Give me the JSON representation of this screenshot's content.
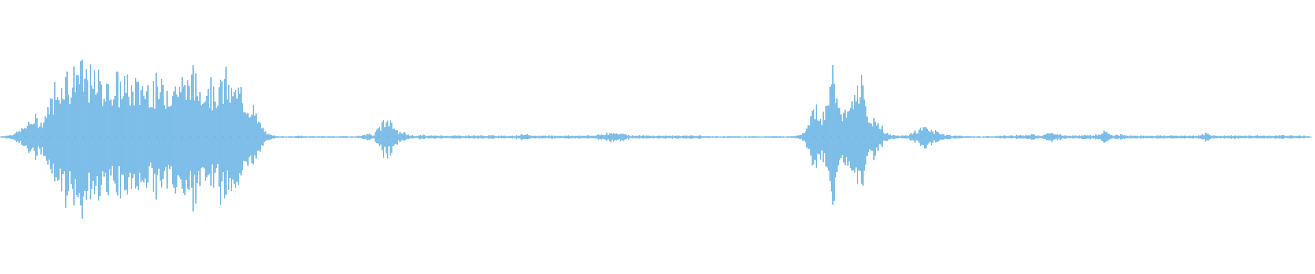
{
  "waveform": {
    "color": "#5dade2",
    "background": "#ffffff",
    "amplitude": [
      0.01,
      0.02,
      0.03,
      0.05,
      0.08,
      0.12,
      0.18,
      0.22,
      0.25,
      0.2,
      0.3,
      0.45,
      0.6,
      0.75,
      0.82,
      0.85,
      0.83,
      0.86,
      0.88,
      0.84,
      0.82,
      0.78,
      0.8,
      0.77,
      0.72,
      0.74,
      0.7,
      0.72,
      0.75,
      0.7,
      0.68,
      0.7,
      0.72,
      0.75,
      0.7,
      0.68,
      0.66,
      0.68,
      0.7,
      0.72,
      0.74,
      0.72,
      0.8,
      0.82,
      0.76,
      0.68,
      0.72,
      0.74,
      0.7,
      0.66,
      0.72,
      0.75,
      0.7,
      0.66,
      0.6,
      0.55,
      0.5,
      0.42,
      0.3,
      0.18,
      0.08,
      0.04,
      0.02,
      0.015,
      0.01,
      0.01,
      0.01,
      0.01,
      0.02,
      0.01,
      0.01,
      0.01,
      0.01,
      0.01,
      0.01,
      0.01,
      0.01,
      0.01,
      0.01,
      0.01,
      0.01,
      0.01,
      0.02,
      0.03,
      0.05,
      0.02,
      0.12,
      0.2,
      0.28,
      0.18,
      0.1,
      0.06,
      0.05,
      0.03,
      0.02,
      0.02,
      0.03,
      0.02,
      0.02,
      0.02,
      0.02,
      0.02,
      0.02,
      0.02,
      0.02,
      0.02,
      0.02,
      0.02,
      0.02,
      0.02,
      0.02,
      0.02,
      0.02,
      0.02,
      0.02,
      0.02,
      0.02,
      0.02,
      0.03,
      0.03,
      0.03,
      0.02,
      0.02,
      0.02,
      0.02,
      0.02,
      0.02,
      0.02,
      0.02,
      0.02,
      0.02,
      0.02,
      0.02,
      0.02,
      0.02,
      0.02,
      0.03,
      0.04,
      0.05,
      0.06,
      0.05,
      0.04,
      0.06,
      0.03,
      0.02,
      0.02,
      0.02,
      0.02,
      0.02,
      0.02,
      0.02,
      0.02,
      0.02,
      0.02,
      0.02,
      0.02,
      0.02,
      0.02,
      0.02,
      0.02,
      0.02,
      0.01,
      0.01,
      0.01,
      0.01,
      0.01,
      0.01,
      0.01,
      0.01,
      0.01,
      0.01,
      0.01,
      0.01,
      0.01,
      0.01,
      0.01,
      0.01,
      0.01,
      0.01,
      0.01,
      0.01,
      0.02,
      0.03,
      0.05,
      0.2,
      0.35,
      0.45,
      0.25,
      0.3,
      0.6,
      0.95,
      0.5,
      0.35,
      0.3,
      0.45,
      0.55,
      0.82,
      0.4,
      0.3,
      0.25,
      0.2,
      0.12,
      0.05,
      0.03,
      0.02,
      0.02,
      0.02,
      0.03,
      0.06,
      0.08,
      0.12,
      0.15,
      0.1,
      0.08,
      0.06,
      0.04,
      0.03,
      0.02,
      0.02,
      0.02,
      0.01,
      0.01,
      0.01,
      0.01,
      0.01,
      0.01,
      0.01,
      0.01,
      0.02,
      0.02,
      0.02,
      0.02,
      0.03,
      0.02,
      0.02,
      0.04,
      0.03,
      0.02,
      0.03,
      0.05,
      0.06,
      0.04,
      0.03,
      0.02,
      0.02,
      0.02,
      0.03,
      0.02,
      0.04,
      0.02,
      0.03,
      0.05,
      0.12,
      0.04,
      0.02,
      0.03,
      0.03,
      0.02,
      0.02,
      0.02,
      0.02,
      0.02,
      0.02,
      0.02,
      0.02,
      0.02,
      0.02,
      0.02,
      0.02,
      0.02,
      0.02,
      0.02,
      0.02,
      0.02,
      0.03,
      0.05,
      0.03,
      0.02,
      0.02,
      0.02,
      0.02,
      0.02,
      0.02,
      0.02,
      0.02,
      0.02,
      0.02,
      0.02,
      0.02,
      0.02,
      0.02,
      0.02,
      0.03,
      0.02,
      0.02,
      0.02,
      0.02,
      0.02,
      0.01,
      0.01
    ]
  }
}
